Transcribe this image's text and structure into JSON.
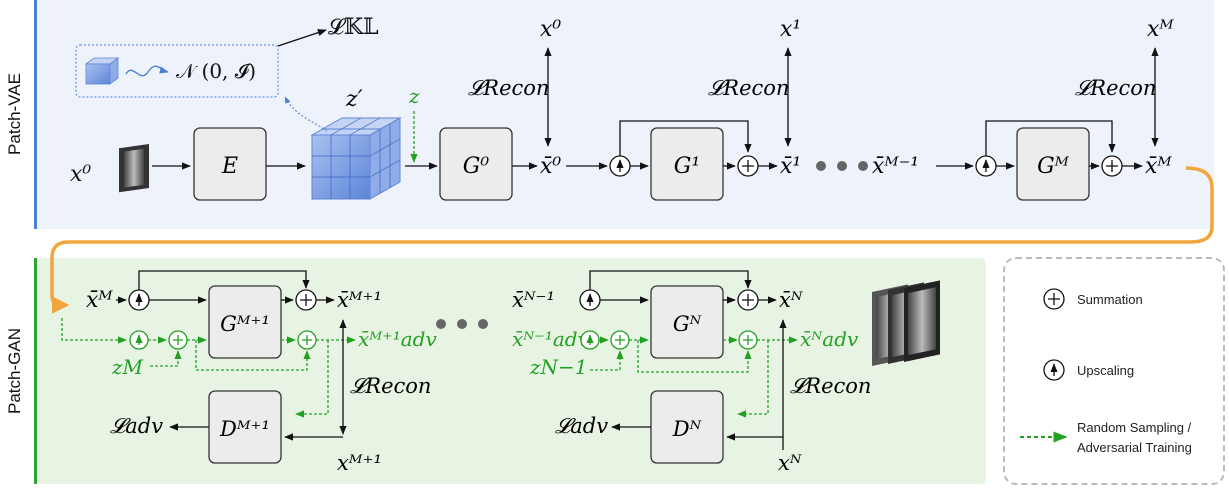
{
  "sections": {
    "vae_label": "Patch-VAE",
    "gan_label": "Patch-GAN"
  },
  "vae": {
    "input": "x⁰",
    "encoder": "E",
    "kl_loss": "𝓛𝕂𝕃",
    "prior": "𝒩 (0, 𝓘)",
    "latent_prime": "z′",
    "latent": "z",
    "g0": "G⁰",
    "g1": "G¹",
    "gm": "Gᴹ",
    "xbar0": "x̄⁰",
    "xbar1": "x̄¹",
    "xbar_m_minus_1": "x̄ᴹ⁻¹",
    "xbar_m": "x̄ᴹ",
    "x0_top": "x⁰",
    "x1_top": "x¹",
    "xm_top": "xᴹ",
    "recon": "𝓛Recon"
  },
  "gan": {
    "xbar_m": "x̄ᴹ",
    "g_m1": "Gᴹ⁺¹",
    "xbar_m1": "x̄ᴹ⁺¹",
    "xadv_m1": "x̄ᴹ⁺¹adv",
    "z_m": "zM",
    "recon": "𝓛Recon",
    "adv": "𝓛adv",
    "d_m1": "Dᴹ⁺¹",
    "x_m1": "xᴹ⁺¹",
    "xbar_n_minus_1": "x̄ᴺ⁻¹",
    "xadv_n_minus_1": "x̄ᴺ⁻¹adv",
    "z_n_minus_1": "zN−1",
    "g_n": "Gᴺ",
    "xbar_n": "x̄ᴺ",
    "xadv_n": "x̄ᴺadv",
    "d_n": "Dᴺ",
    "x_n": "xᴺ"
  },
  "legend": {
    "summation": "Summation",
    "upscaling": "Upscaling",
    "random_line1": "Random Sampling /",
    "random_line2": "Adversarial Training"
  },
  "colors": {
    "vae_bg": "#eef2fb",
    "vae_bar": "#4a7fd4",
    "gan_bg": "#e8f4e3",
    "gan_bar": "#2ea52e",
    "green": "#22a022",
    "orange": "#f2a53c",
    "box": "#ececec"
  }
}
